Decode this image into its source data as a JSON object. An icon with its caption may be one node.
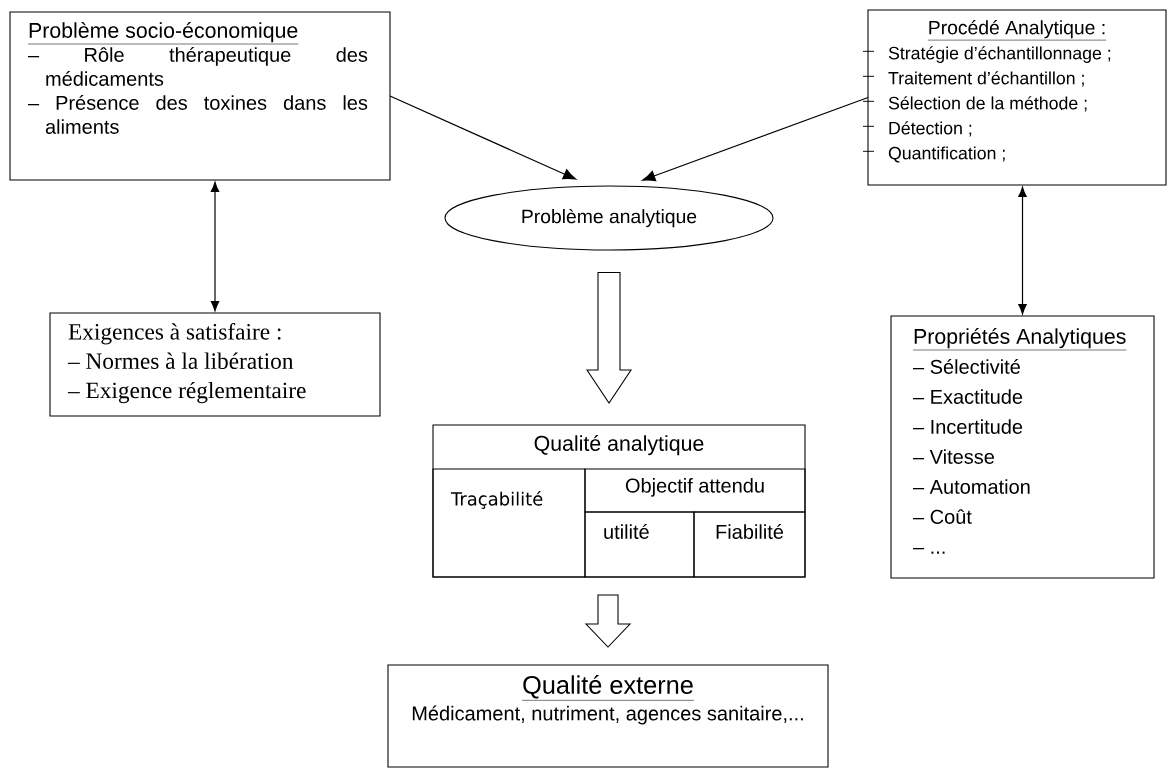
{
  "diagram": {
    "nodes": [
      {
        "text": [
          "Problème socio-économique",
          "– Rôle thérapeutique des médicaments",
          "– Présence des toxines dans les aliments"
        ]
      },
      {
        "text": [
          "Procédé Analytique :",
          "Stratégie d’échantillonnage ;",
          "Traitement d’échantillon ;",
          "Sélection de la méthode ;",
          "Détection ;",
          "Quantification ;"
        ]
      },
      {
        "text": [
          "Problème analytique"
        ]
      },
      {
        "text": [
          "Exigences à satisfaire :",
          "– Normes à la libération",
          "– Exigence réglementaire"
        ]
      },
      {
        "text": [
          "Propriétés Analytiques",
          "– Sélectivité",
          "– Exactitude",
          "– Incertitude",
          "– Vitesse",
          "– Automation",
          "– Coût",
          "– ..."
        ]
      },
      {
        "text": [
          "Qualité analytique"
        ]
      },
      {
        "text": [
          "Traçabilité"
        ],
        "in": 5
      },
      {
        "text": [
          "Objectif attendu"
        ],
        "in": 5
      },
      {
        "text": [
          "utilité"
        ],
        "in": 5
      },
      {
        "text": [
          "Fiabilité"
        ],
        "in": 5
      },
      {
        "text": [
          "Qualité externe",
          "Médicament, nutriment, agences sanitaire,..."
        ]
      }
    ],
    "edges": [
      {
        "from": 0,
        "to": 2,
        "arrow": "to"
      },
      {
        "from": 1,
        "to": 2,
        "arrow": "to"
      },
      {
        "from": 0,
        "to": 3,
        "arrow": "both"
      },
      {
        "from": 1,
        "to": 4,
        "arrow": "both"
      },
      {
        "from": 2,
        "to": 5,
        "arrow": "to",
        "style": "thick"
      },
      {
        "from": 5,
        "to": 10,
        "arrow": "to",
        "style": "thick"
      }
    ]
  }
}
